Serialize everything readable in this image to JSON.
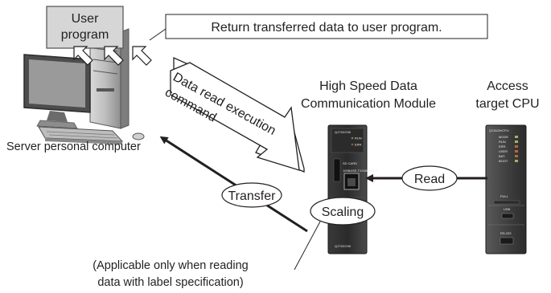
{
  "user_program": {
    "line1": "User",
    "line2": "program"
  },
  "callout": "Return transferred data to user program.",
  "exec_arrow": {
    "line1": "Data read execution",
    "line2": "command"
  },
  "server_label": "Server personal computer",
  "module_label": {
    "line1": "High Speed Data",
    "line2": "Communication Module"
  },
  "cpu_label": {
    "line1": "Access",
    "line2": "target CPU"
  },
  "read_bubble": "Read",
  "transfer_bubble": "Transfer",
  "scaling_bubble": "Scaling",
  "note": {
    "line1": "(Applicable only when reading",
    "line2": "data with label specification)"
  },
  "module_panel": {
    "model": "QJ71DC96",
    "run": "RUN",
    "err": "ERR.",
    "sd_card": "SD CARD",
    "eth": "100BASE-TX/10BASE-T",
    "footer": "QJ71DC96"
  },
  "cpu_panel": {
    "model": "Q13UDHCPU",
    "leds": [
      "MODE",
      "RUN",
      "ERR.",
      "USER",
      "BAT.",
      "BOOT"
    ],
    "pull": "PULL",
    "usb": "USB",
    "rs232": "RS-232"
  }
}
